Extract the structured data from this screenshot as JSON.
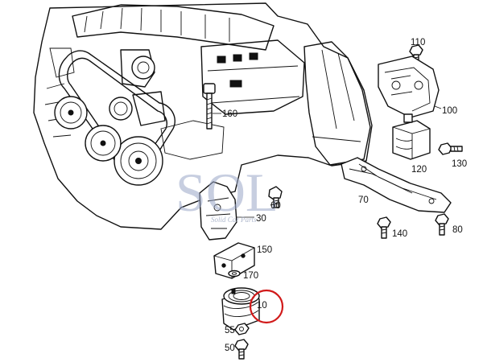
{
  "diagram": {
    "callouts": [
      {
        "id": "110",
        "label": "110"
      },
      {
        "id": "100",
        "label": "100"
      },
      {
        "id": "160",
        "label": "160"
      },
      {
        "id": "120",
        "label": "120"
      },
      {
        "id": "130",
        "label": "130"
      },
      {
        "id": "70",
        "label": "70"
      },
      {
        "id": "60",
        "label": "60"
      },
      {
        "id": "30",
        "label": "30"
      },
      {
        "id": "140",
        "label": "140"
      },
      {
        "id": "80",
        "label": "80"
      },
      {
        "id": "150",
        "label": "150"
      },
      {
        "id": "170",
        "label": "170"
      },
      {
        "id": "10",
        "label": "10"
      },
      {
        "id": "55",
        "label": "55"
      },
      {
        "id": "50",
        "label": "50"
      }
    ],
    "highlight": {
      "target": "10",
      "color": "#d11a1a"
    },
    "watermark": {
      "text": "SOL",
      "subtext": "Solid Car Parts"
    }
  }
}
